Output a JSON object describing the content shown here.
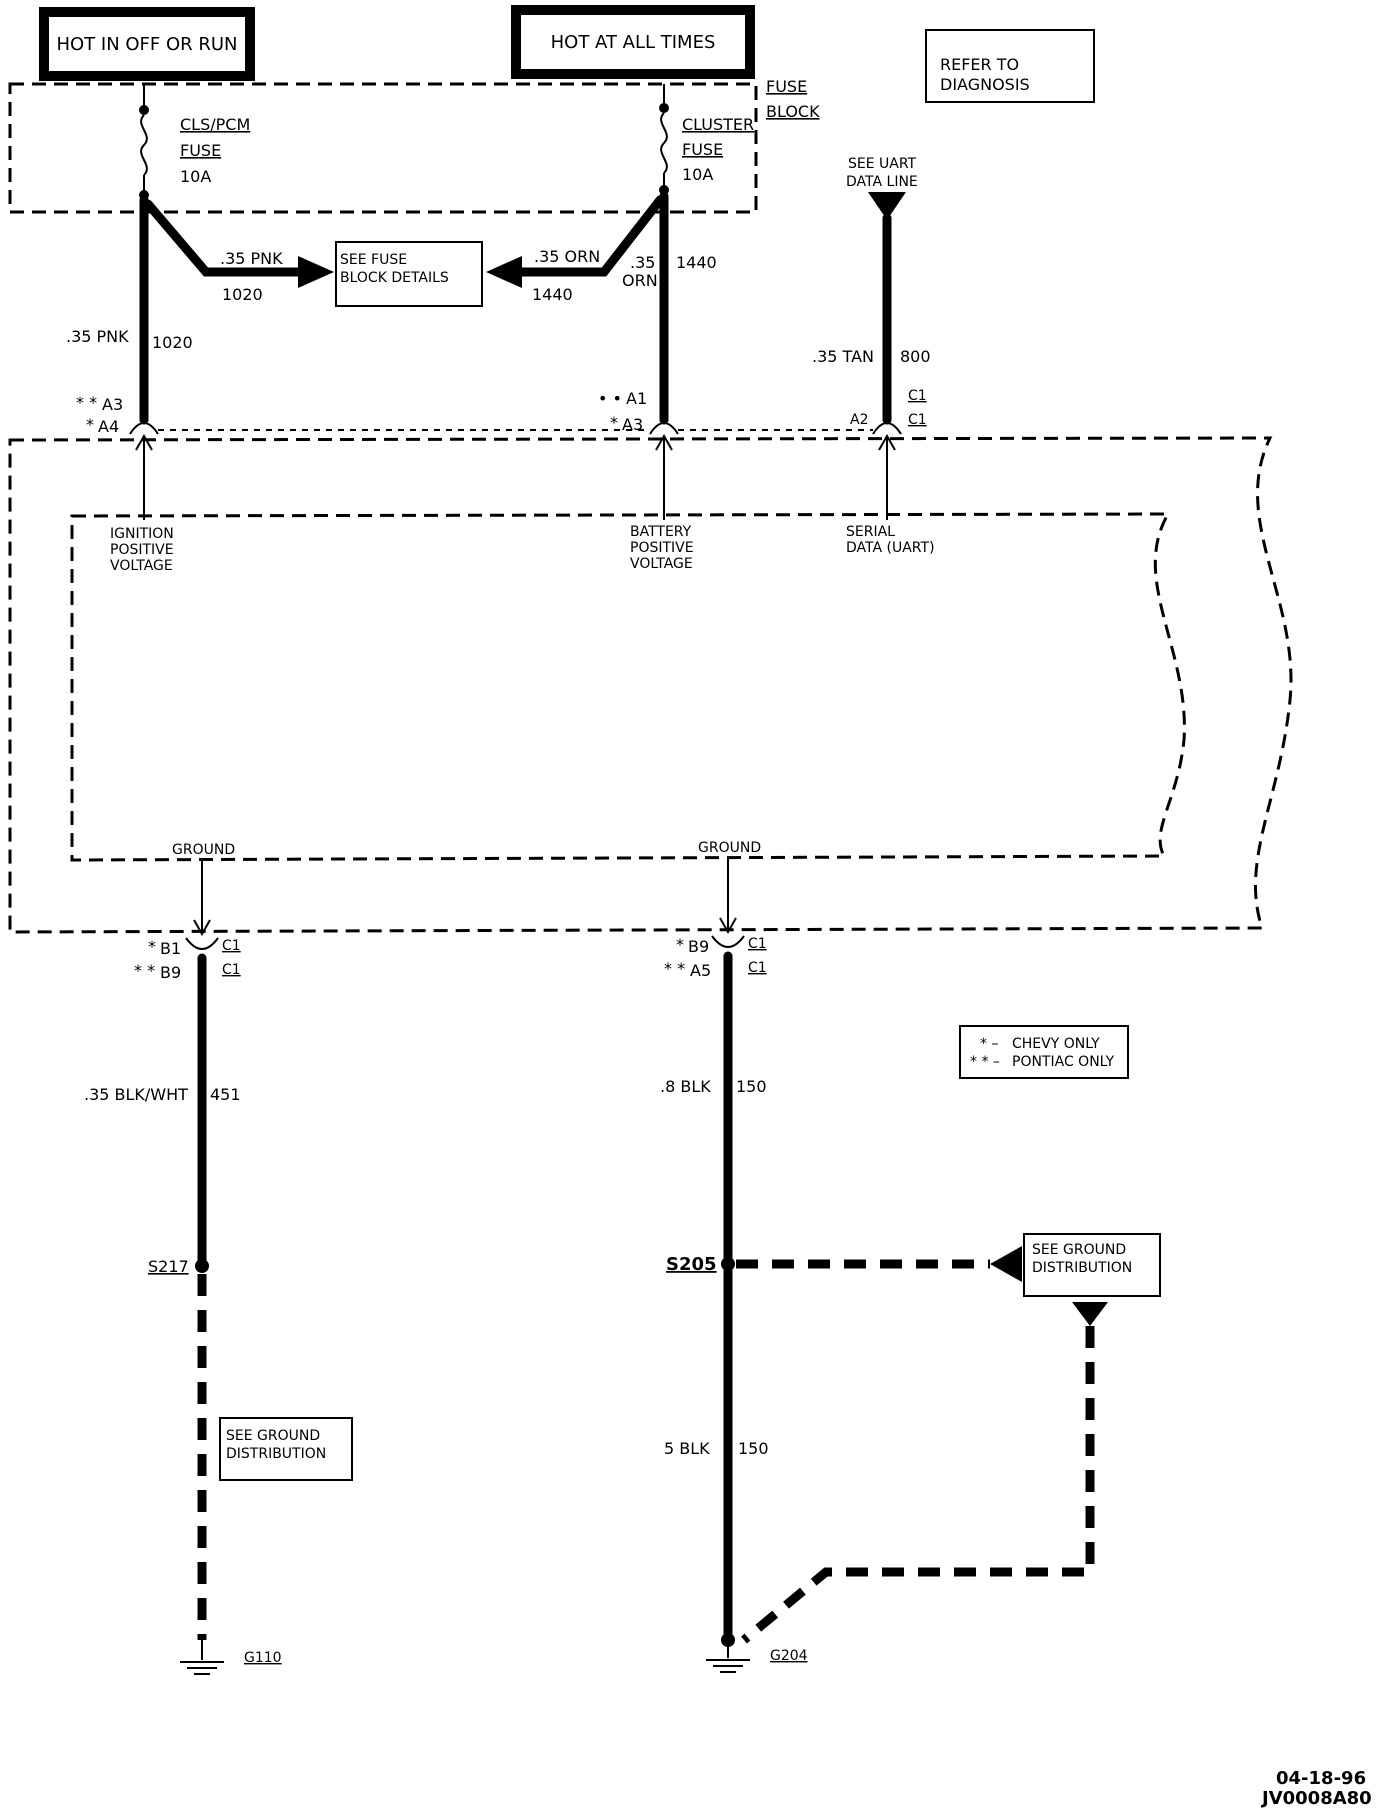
{
  "headers": {
    "hot_run": "HOT IN OFF OR RUN",
    "hot_all": "HOT AT ALL TIMES",
    "refer_line1": "REFER TO",
    "refer_line2": "DIAGNOSIS"
  },
  "fuse_block": {
    "line1": "FUSE",
    "line2": "BLOCK"
  },
  "fuses": {
    "left": {
      "name": "CLS/PCM",
      "type": "FUSE",
      "rating": "10A"
    },
    "right": {
      "name": "CLUSTER",
      "type": "FUSE",
      "rating": "10A"
    }
  },
  "see_fuse_details": {
    "line1": "SEE FUSE",
    "line2": "BLOCK DETAILS"
  },
  "branch_left": {
    "wire": ".35 PNK",
    "circuit": "1020"
  },
  "branch_right": {
    "wire": ".35 ORN",
    "circuit": "1440"
  },
  "wires": {
    "left_top": {
      "wire": ".35 PNK",
      "circuit": "1020"
    },
    "mid_top": {
      "wire_line1": ".35",
      "wire_line2": "ORN",
      "circuit": "1440"
    },
    "uart": {
      "wire": ".35 TAN",
      "circuit": "800"
    },
    "left_bottom": {
      "wire": ".35 BLK/WHT",
      "circuit": "451"
    },
    "mid_bottom1": {
      "wire": ".8 BLK",
      "circuit": "150"
    },
    "mid_bottom2": {
      "wire": "5 BLK",
      "circuit": "150"
    }
  },
  "uart_source": {
    "line1": "SEE UART",
    "line2": "DATA LINE"
  },
  "pins": {
    "left_top_a": "A3",
    "left_top_b": "A4",
    "mid_top_a": "A1",
    "mid_top_b": "A3",
    "uart_pin": "A2",
    "uart_conn_a": "C1",
    "uart_conn_b": "C1",
    "left_bot_a": "B1",
    "left_bot_b": "B9",
    "left_bot_conn_a": "C1",
    "left_bot_conn_b": "C1",
    "mid_bot_a": "B9",
    "mid_bot_b": "A5",
    "mid_bot_conn_a": "C1",
    "mid_bot_conn_b": "C1"
  },
  "module_labels": {
    "ignition": [
      "IGNITION",
      "POSITIVE",
      "VOLTAGE"
    ],
    "battery": [
      "BATTERY",
      "POSITIVE",
      "VOLTAGE"
    ],
    "serial": [
      "SERIAL",
      "DATA (UART)"
    ],
    "ground_left": "GROUND",
    "ground_right": "GROUND"
  },
  "splices": {
    "left": "S217",
    "right": "S205"
  },
  "grounds": {
    "left": "G110",
    "right": "G204"
  },
  "see_ground_left": {
    "line1": "SEE GROUND",
    "line2": "DISTRIBUTION"
  },
  "see_ground_right": {
    "line1": "SEE GROUND",
    "line2": "DISTRIBUTION"
  },
  "legend": {
    "chevy": "CHEVY ONLY",
    "pontiac": "PONTIAC ONLY"
  },
  "footer": {
    "date": "04-18-96",
    "code": "JV0008A80"
  }
}
